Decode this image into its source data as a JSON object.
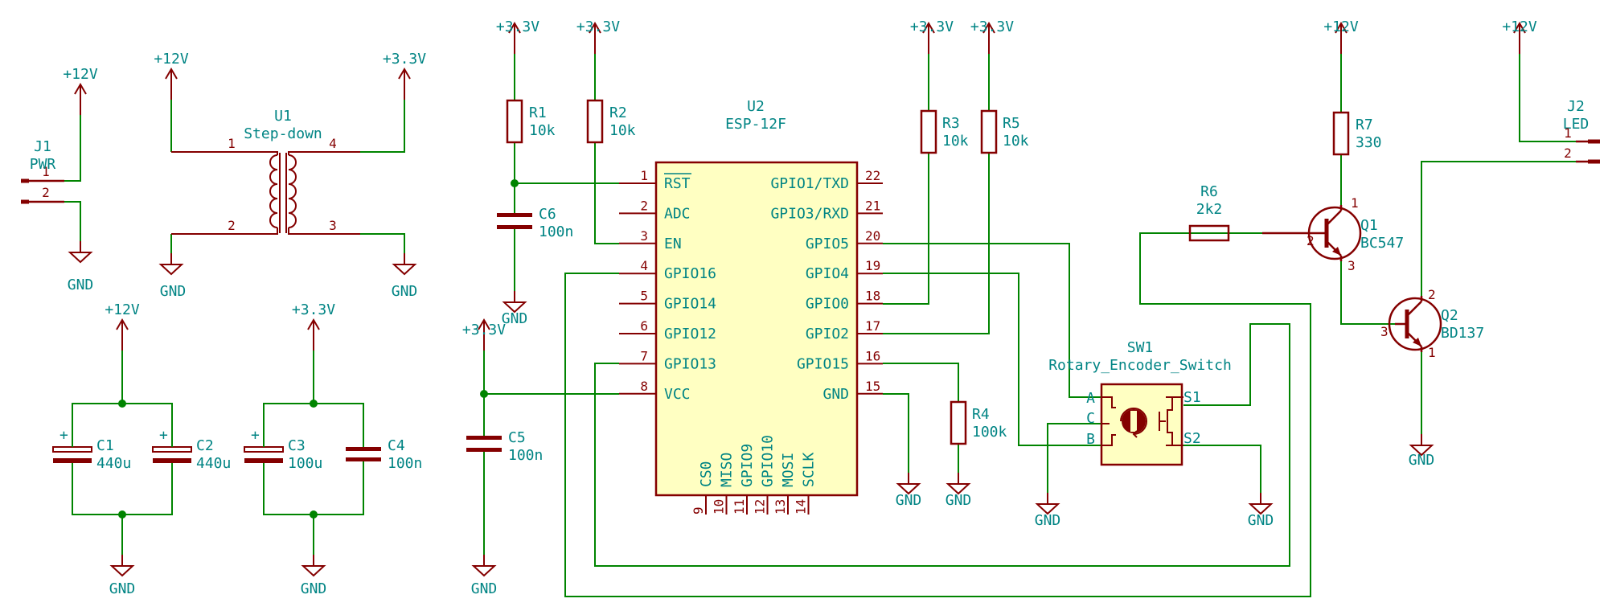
{
  "nets": {
    "p12": "+12V",
    "p33": "+3.3V",
    "gnd": "GND"
  },
  "components": {
    "J1": {
      "ref": "J1",
      "value": "PWR",
      "pins": [
        "1",
        "2"
      ]
    },
    "J2": {
      "ref": "J2",
      "value": "LED",
      "pins": [
        "1",
        "2"
      ]
    },
    "U1": {
      "ref": "U1",
      "value": "Step-down",
      "pins": [
        "1",
        "2",
        "3",
        "4"
      ]
    },
    "U2": {
      "ref": "U2",
      "value": "ESP-12F"
    },
    "C1": {
      "ref": "C1",
      "value": "440u"
    },
    "C2": {
      "ref": "C2",
      "value": "440u"
    },
    "C3": {
      "ref": "C3",
      "value": "100u"
    },
    "C4": {
      "ref": "C4",
      "value": "100n"
    },
    "C5": {
      "ref": "C5",
      "value": "100n"
    },
    "C6": {
      "ref": "C6",
      "value": "100n"
    },
    "R1": {
      "ref": "R1",
      "value": "10k"
    },
    "R2": {
      "ref": "R2",
      "value": "10k"
    },
    "R3": {
      "ref": "R3",
      "value": "10k"
    },
    "R4": {
      "ref": "R4",
      "value": "100k"
    },
    "R5": {
      "ref": "R5",
      "value": "10k"
    },
    "R6": {
      "ref": "R6",
      "value": "2k2"
    },
    "R7": {
      "ref": "R7",
      "value": "330"
    },
    "Q1": {
      "ref": "Q1",
      "value": "BC547",
      "pins": [
        "1",
        "2",
        "3"
      ]
    },
    "Q2": {
      "ref": "Q2",
      "value": "BD137",
      "pins": [
        "1",
        "2",
        "3"
      ]
    },
    "SW1": {
      "ref": "SW1",
      "value": "Rotary_Encoder_Switch",
      "pins": [
        "A",
        "C",
        "B",
        "S1",
        "S2"
      ]
    }
  },
  "esp_left_pins": [
    {
      "num": "1",
      "name": "RST"
    },
    {
      "num": "2",
      "name": "ADC"
    },
    {
      "num": "3",
      "name": "EN"
    },
    {
      "num": "4",
      "name": "GPIO16"
    },
    {
      "num": "5",
      "name": "GPIO14"
    },
    {
      "num": "6",
      "name": "GPIO12"
    },
    {
      "num": "7",
      "name": "GPIO13"
    },
    {
      "num": "8",
      "name": "VCC"
    }
  ],
  "esp_right_pins": [
    {
      "num": "22",
      "name": "GPIO1/TXD"
    },
    {
      "num": "21",
      "name": "GPIO3/RXD"
    },
    {
      "num": "20",
      "name": "GPIO5"
    },
    {
      "num": "19",
      "name": "GPIO4"
    },
    {
      "num": "18",
      "name": "GPIO0"
    },
    {
      "num": "17",
      "name": "GPIO2"
    },
    {
      "num": "16",
      "name": "GPIO15"
    },
    {
      "num": "15",
      "name": "GND"
    }
  ],
  "esp_bottom_pins": [
    {
      "num": "9",
      "name": "CS0"
    },
    {
      "num": "10",
      "name": "MISO"
    },
    {
      "num": "11",
      "name": "GPIO9"
    },
    {
      "num": "12",
      "name": "GPIO10"
    },
    {
      "num": "13",
      "name": "MOSI"
    },
    {
      "num": "14",
      "name": "SCLK"
    }
  ]
}
